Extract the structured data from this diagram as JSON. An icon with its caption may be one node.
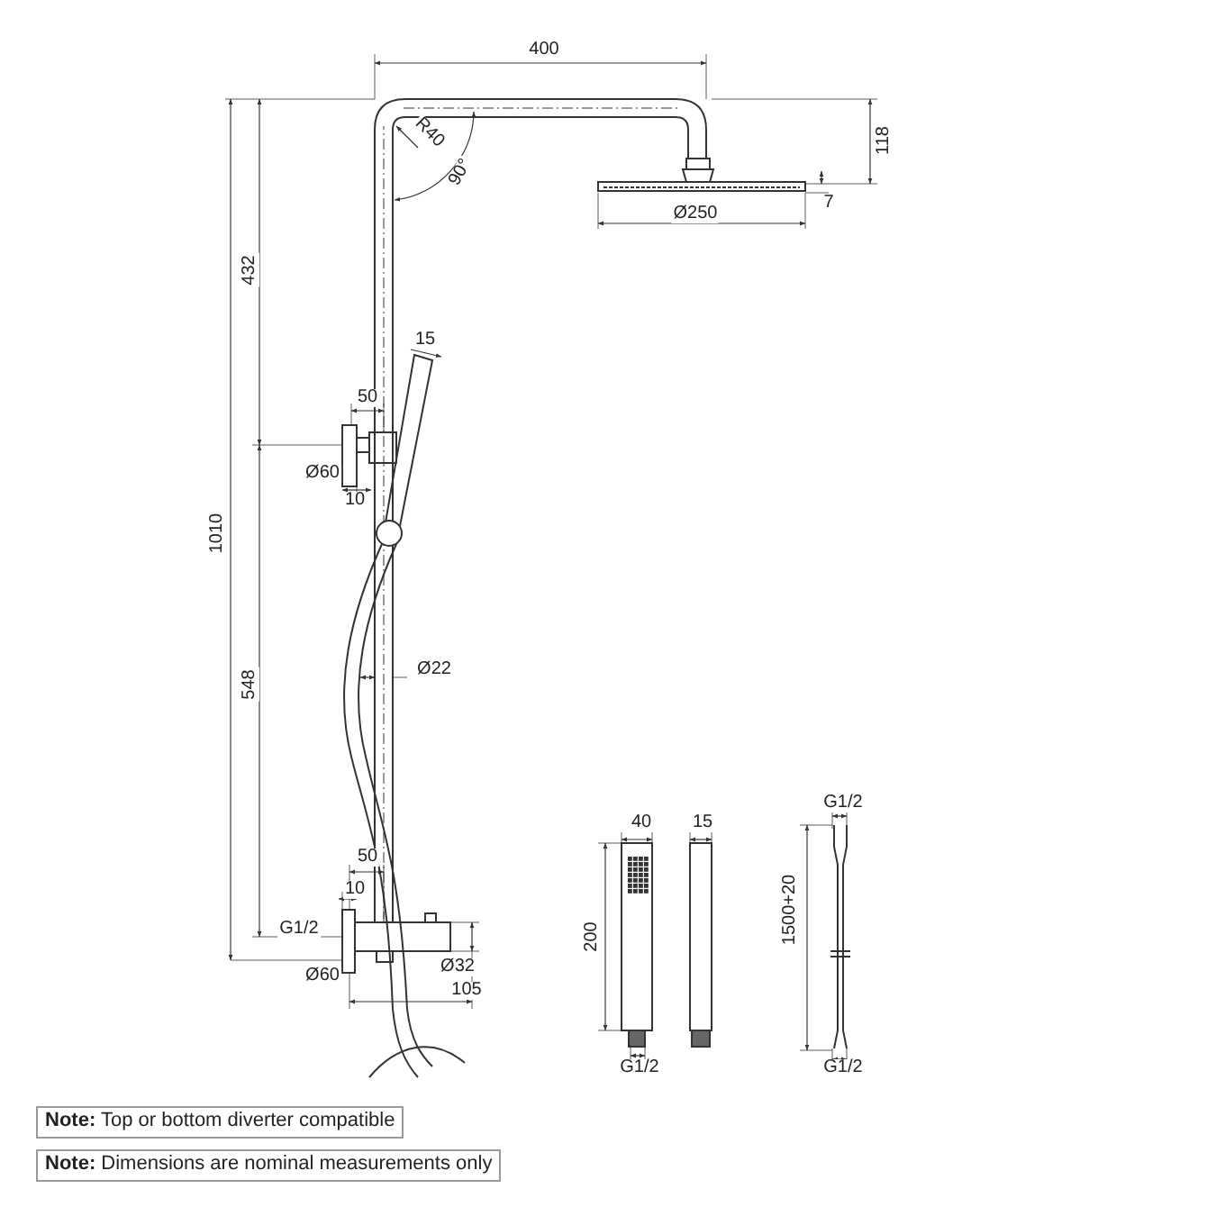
{
  "diagram": {
    "nodes": [
      {
        "text": [
          "**Note:** Top or bottom diverter compatible"
        ]
      },
      {
        "text": [
          "**Note:** Dimensions are nominal measurements only"
        ]
      }
    ],
    "labels": [
      "400",
      "R40",
      "90°",
      "118",
      "7",
      "Ø250",
      "432",
      "15",
      "50",
      "Ø60",
      "10",
      "1010",
      "Ø22",
      "548",
      "50",
      "10",
      "G1/2",
      "Ø32",
      "Ø60",
      "105",
      "40",
      "15",
      "G1/2",
      "200",
      "1500+20",
      "G1/2",
      "G1/2"
    ]
  }
}
